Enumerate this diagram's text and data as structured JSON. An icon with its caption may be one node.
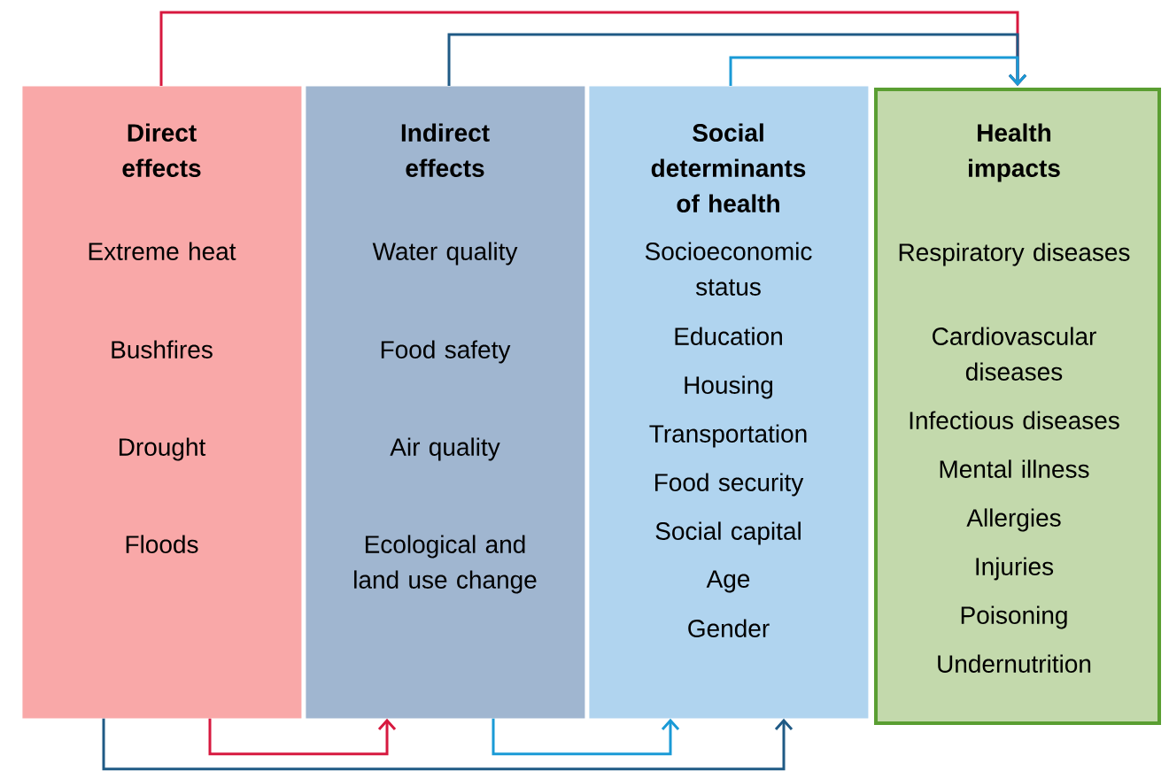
{
  "diagram": {
    "nodes": [
      {
        "text": [
          "Direct effects",
          "Extreme heat",
          "Bushfires",
          "Drought",
          "Floods"
        ]
      },
      {
        "text": [
          "Indirect effects",
          "Water quality",
          "Food safety",
          "Air quality",
          "Ecological and land use change"
        ]
      },
      {
        "text": [
          "Social determinants of health",
          "Socioeconomic status",
          "Education",
          "Housing",
          "Transportation",
          "Food security",
          "Social capital",
          "Age",
          "Gender"
        ]
      },
      {
        "text": [
          "Health impacts",
          "Respiratory diseases",
          "Cardiovascular diseases",
          "Infectious diseases",
          "Mental illness",
          "Allergies",
          "Injuries",
          "Poisoning",
          "Undernutrition"
        ]
      }
    ],
    "edges": [
      {
        "from": 0,
        "to": 3,
        "arrow": "to",
        "color": "#d7193f"
      },
      {
        "from": 1,
        "to": 3,
        "arrow": "to",
        "color": "#1f5a85"
      },
      {
        "from": 2,
        "to": 3,
        "arrow": "to",
        "color": "#1a9ad6"
      },
      {
        "from": 0,
        "to": 1,
        "arrow": "to",
        "color": "#d7193f"
      },
      {
        "from": 1,
        "to": 2,
        "arrow": "to",
        "color": "#1a9ad6"
      },
      {
        "from": 0,
        "to": 2,
        "arrow": "to",
        "color": "#1f5a85"
      }
    ]
  }
}
